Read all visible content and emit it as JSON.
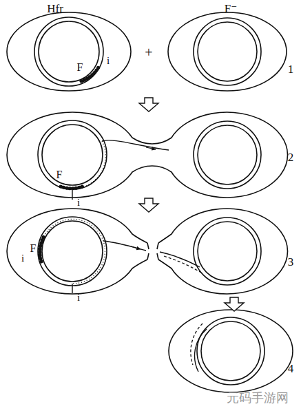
{
  "diagram": {
    "labels": [
      "Hfr",
      "F⁻",
      "F",
      "i",
      "+",
      "1",
      "F",
      "i",
      "2",
      "i",
      "F",
      "i",
      "3",
      "4",
      "元码手游网"
    ]
  }
}
